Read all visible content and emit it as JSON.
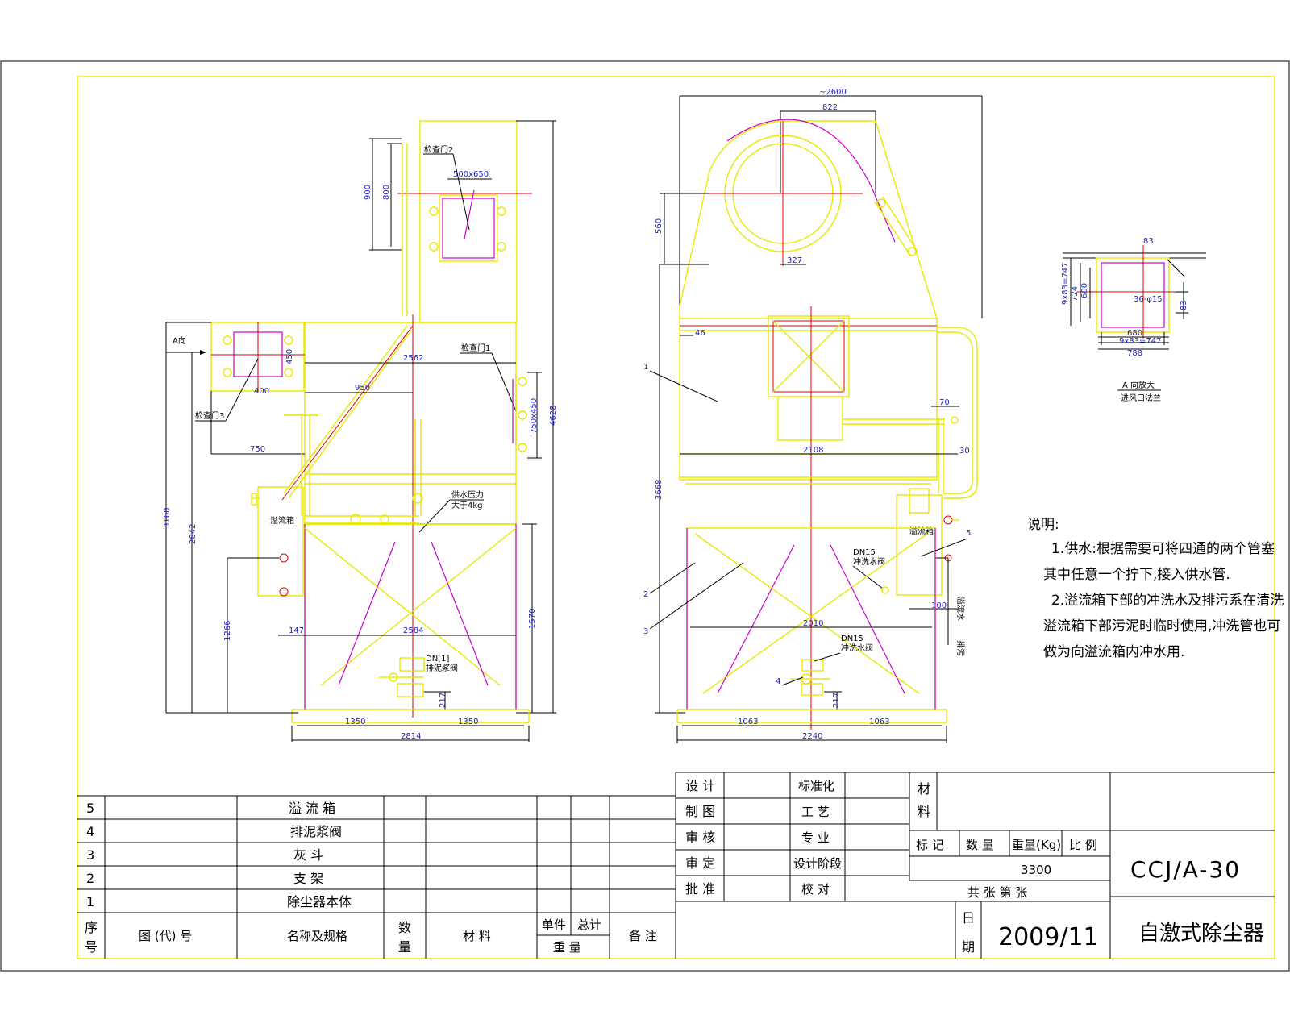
{
  "left_view": {
    "dims": {
      "d900": "900",
      "d800": "800",
      "d500x650": "500x650",
      "d450": "450",
      "d400": "400",
      "d2562": "2562",
      "d950": "950",
      "d750": "750",
      "d4628": "4628",
      "d750x450": "750x450",
      "d3168": "3168",
      "d2842": "2842",
      "d1266": "1266",
      "d147": "147",
      "d2584": "2584",
      "d1570": "1570",
      "d217": "217",
      "d1350a": "1350",
      "d1350b": "1350",
      "d2814": "2814"
    },
    "labels": {
      "a_dir": "A向",
      "door2": "检查门2",
      "door1": "检查门1",
      "door3": "检查门3",
      "overflow_box": "溢流箱",
      "pressure_1": "供水压力",
      "pressure_2": "大于4kg",
      "valve_1": "DN[1]",
      "valve_2": "排泥浆阀"
    }
  },
  "right_view": {
    "dims": {
      "d2600": "~2600",
      "d822": "822",
      "d560": "560",
      "d327": "327",
      "d46": "46",
      "d70": "70",
      "d2108": "2108",
      "d30": "30",
      "d3668": "3668",
      "d100": "100",
      "d2010": "2010",
      "d217": "217",
      "d1063a": "1063",
      "d1063b": "1063",
      "d2240": "2240"
    },
    "labels": {
      "overflow_box": "溢流箱",
      "dn15_a1": "DN15",
      "dn15_a2": "冲洗水阀",
      "dn15_b1": "DN15",
      "dn15_b2": "冲洗水阀",
      "water_1": "溢流水",
      "water_2": "排污"
    },
    "callouts": [
      "1",
      "2",
      "3",
      "4",
      "5"
    ]
  },
  "detail": {
    "dims": {
      "d83": "83",
      "d9x83_747": "9x83=747",
      "d724": "724",
      "d600": "600",
      "d36": "36-φ15",
      "d83b": "83",
      "d680": "680",
      "d9x83b": "9x83=747",
      "d788": "788"
    },
    "caption_1": "A 向放大",
    "caption_2": "进风口法兰"
  },
  "notes": {
    "title": "说明:",
    "lines": [
      "1.供水:根据需要可将四通的两个管塞",
      "其中任意一个拧下,接入供水管.",
      "2.溢流箱下部的冲洗水及排污系在清洗",
      "溢流箱下部污泥时临时使用,冲洗管也可",
      "做为向溢流箱内冲水用."
    ]
  },
  "parts_table": {
    "rows": [
      {
        "no": "5",
        "name": "溢 流 箱"
      },
      {
        "no": "4",
        "name": "排泥浆阀"
      },
      {
        "no": "3",
        "name": "灰    斗"
      },
      {
        "no": "2",
        "name": "支    架"
      },
      {
        "no": "1",
        "name": "除尘器本体"
      }
    ],
    "header": {
      "seq_1": "序",
      "seq_2": "号",
      "code": "图 (代) 号",
      "name": "名称及规格",
      "qty_1": "数",
      "qty_2": "量",
      "material": "材    料",
      "unit": "单件",
      "total": "总计",
      "weight": "重    量",
      "remark": "备  注"
    }
  },
  "title_block": {
    "roles": [
      "设  计",
      "制  图",
      "审  核",
      "审  定",
      "批  准"
    ],
    "roles2": [
      "标准化",
      "工  艺",
      "专  业",
      "设计阶段",
      "校  对"
    ],
    "material_1": "材",
    "material_2": "料",
    "mark": "标 记",
    "qty": "数 量",
    "weight": "重量(Kg)",
    "scale": "比 例",
    "weight_value": "3300",
    "sheets": "共   张   第   张",
    "date_1": "日",
    "date_2": "期",
    "date": "2009/11",
    "drawing_no": "CCJ/A-30",
    "drawing_title": "自激式除尘器"
  },
  "colors": {
    "frame": "#000000",
    "outline": "#e8e800",
    "centerline": "#e00000",
    "accent": "#cc00cc",
    "dimension": "#2020c0"
  }
}
